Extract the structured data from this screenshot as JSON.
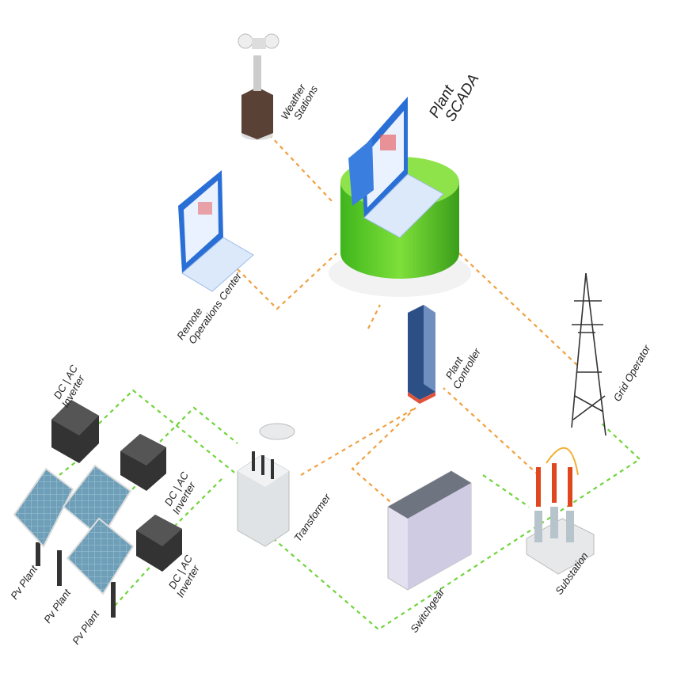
{
  "nodes": {
    "weather": {
      "label": [
        "Weather",
        "Stations"
      ]
    },
    "scada": {
      "label": [
        "Plant",
        "SCADA"
      ]
    },
    "remote": {
      "label": [
        "Remote",
        "Operations Center"
      ]
    },
    "controller": {
      "label": [
        "Plant",
        "Controller"
      ]
    },
    "grid": {
      "label": [
        "Grid Operator"
      ]
    },
    "inverters": [
      {
        "label": [
          "DC | AC",
          "Inverter"
        ]
      },
      {
        "label": [
          "DC | AC",
          "Inverter"
        ]
      },
      {
        "label": [
          "DC | AC",
          "Inverter"
        ]
      }
    ],
    "pv": [
      {
        "label": "Pv Plant"
      },
      {
        "label": "Pv Plant"
      },
      {
        "label": "Pv Plant"
      }
    ],
    "transformer": {
      "label": "Transformer"
    },
    "switchgear": {
      "label": "Switchgear"
    },
    "substation": {
      "label": "Substation"
    }
  },
  "colors": {
    "data_link": "#f0a040",
    "power_link": "#6fd43a",
    "scada": "#5ccf2a"
  }
}
